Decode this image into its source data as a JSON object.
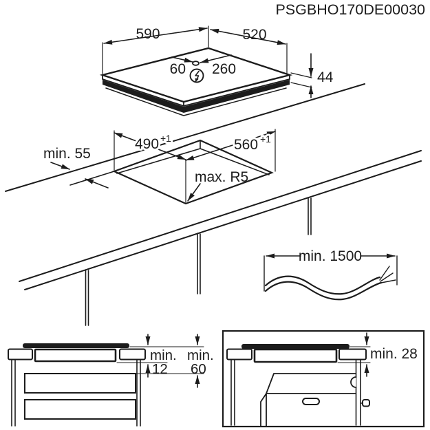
{
  "title": "PSGBHO170DE00030",
  "colors": {
    "line": "#1c1c1c",
    "background": "#ffffff"
  },
  "top_view": {
    "width": "590",
    "depth": "520",
    "height": "44",
    "connection_offset_left": "60",
    "connection_offset_right": "260"
  },
  "cutout": {
    "width": "490",
    "width_tolerance": "+1",
    "depth": "560",
    "depth_tolerance": "+1",
    "edge_clearance": "min. 55",
    "corner_radius": "max. R5"
  },
  "power_cord": {
    "length": "min. 1500"
  },
  "clearance_drawer": {
    "label_top": "min.",
    "value_top": "12",
    "label_bottom": "min.",
    "value_bottom": "60"
  },
  "clearance_oven": {
    "label": "min. 28"
  }
}
